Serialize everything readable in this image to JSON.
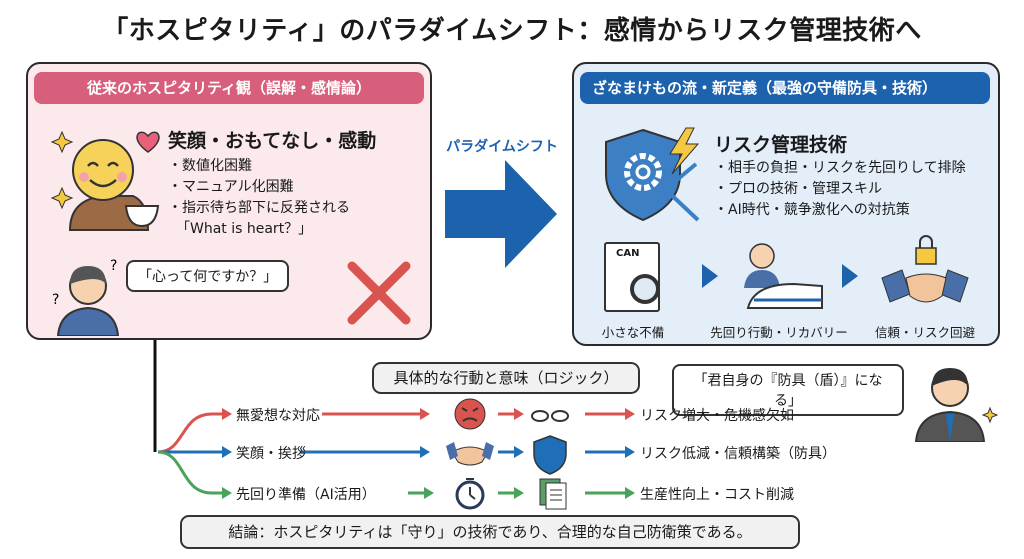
{
  "title": "「ホスピタリティ」のパラダイムシフト：感情からリスク管理技術へ",
  "left_panel": {
    "header": "従来のホスピタリティ観（誤解・感情論）",
    "heading": "笑顔・おもてなし・感動",
    "bullets": [
      "・数値化困難",
      "・マニュアル化困難",
      "・指示待ち部下に反発される"
    ],
    "quote": "「What is heart？」",
    "speech": "「心って何ですか？」"
  },
  "shift_label": "パラダイムシフト",
  "right_panel": {
    "header": "ざなまけもの流・新定義（最強の守備防具・技術）",
    "heading": "リスク管理技術",
    "bullets": [
      "・相手の負担・リスクを先回りして排除",
      "・プロの技術・管理スキル",
      "・AI時代・競争激化への対抗策"
    ],
    "doc_label": "CAN",
    "steps": [
      "小さな不備",
      "先回り行動・リカバリー",
      "信頼・リスク回避"
    ]
  },
  "logic": {
    "label": "具体的な行動と意味（ロジック）",
    "speech": "「君自身の『防具（盾）』になる」",
    "rows": [
      {
        "action": "無愛想な対応",
        "result": "リスク増大・危機感欠如",
        "color": "#d9534f"
      },
      {
        "action": "笑顔・挨拶",
        "result": "リスク低減・信頼構築（防具）",
        "color": "#1f6fb8"
      },
      {
        "action": "先回り準備（AI活用）",
        "result": "生産性向上・コスト削減",
        "color": "#4aa35a"
      }
    ],
    "conclusion": "結論：ホスピタリティは「守り」の技術であり、合理的な自己防衛策である。"
  }
}
